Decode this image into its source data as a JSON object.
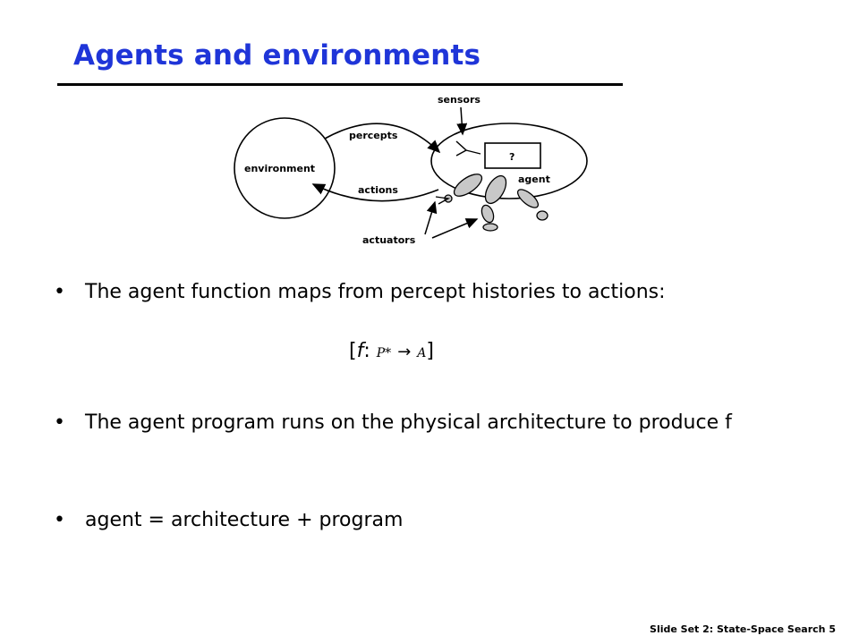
{
  "slide": {
    "title": "Agents and environments",
    "footer": "Slide Set 2: State-Space Search 5"
  },
  "diagram": {
    "environment": "environment",
    "sensors": "sensors",
    "percepts": "percepts",
    "actions": "actions",
    "agent": "agent",
    "unknown": "?",
    "actuators": "actuators"
  },
  "bullets": [
    {
      "text": "The agent function maps from percept histories to actions:"
    },
    {
      "text": "The agent program runs on the physical architecture to produce f"
    },
    {
      "text": "agent = architecture + program"
    }
  ],
  "formula": {
    "open": "[",
    "f": "f",
    "colon": ":",
    "P": "P*",
    "arrow": "→",
    "A": "A",
    "close": "]"
  },
  "bullet_symbol": "•"
}
